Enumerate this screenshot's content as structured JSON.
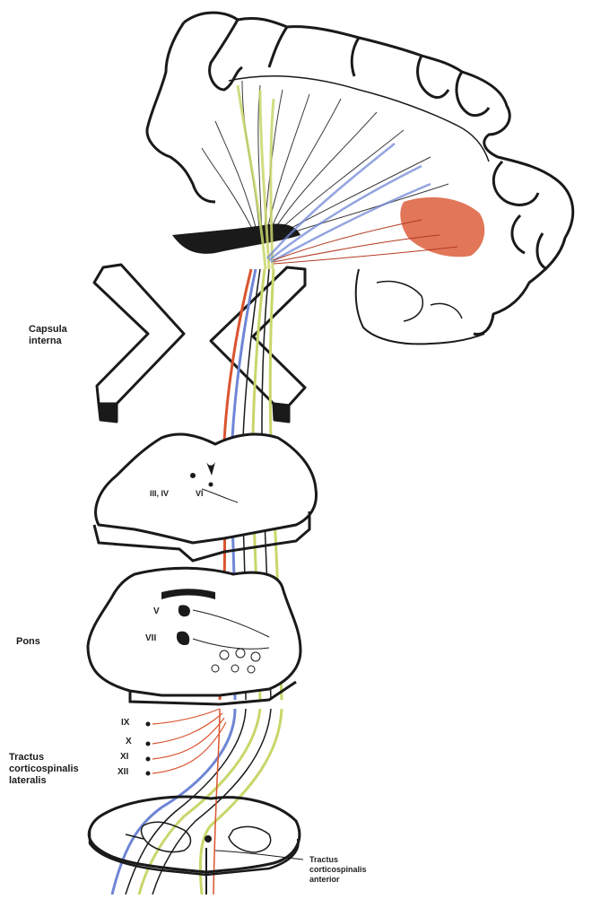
{
  "labels": {
    "capsula": "Capsula\ninterna",
    "pons": "Pons",
    "tractus_lateralis": "Tractus\ncorticospinalis\nlateralis",
    "tractus_anterior": "Tractus\ncorticospinalis\nanterior"
  },
  "nuclei": {
    "midbrain_left": "III, IV",
    "midbrain_right": "VI",
    "pons_v": "V",
    "pons_vii": "VII",
    "medulla": [
      "IX",
      "X",
      "XI",
      "XII"
    ]
  },
  "colors": {
    "red": "#d9542f",
    "blue": "#6f86d6",
    "green": "#c9d66a",
    "ink": "#1a1a1a"
  }
}
